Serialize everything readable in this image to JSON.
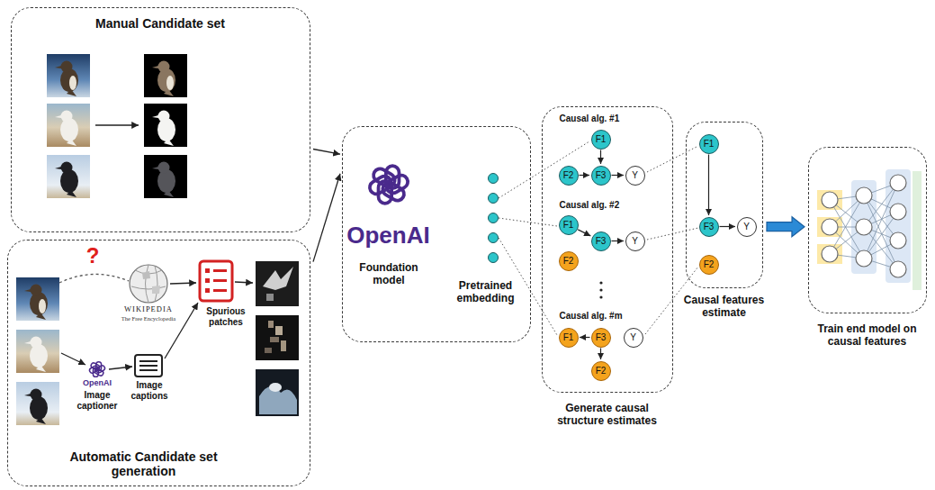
{
  "diagram": {
    "nodes": [
      {
        "text": [
          "Manual Candidate set"
        ]
      },
      {
        "text": [
          "Automatic Candidate set generation"
        ]
      },
      {
        "text": [
          "OpenAI",
          "Foundation model",
          "Pretrained embedding"
        ]
      },
      {
        "text": [
          "Causal alg. #1",
          "Causal alg. #2",
          "Causal alg. #m",
          "Generate causal structure estimates"
        ]
      },
      {
        "text": [
          "F1"
        ],
        "in": 3
      },
      {
        "text": [
          "F2"
        ],
        "in": 3
      },
      {
        "text": [
          "F3"
        ],
        "in": 3
      },
      {
        "text": [
          "Y"
        ],
        "in": 3
      },
      {
        "text": [
          "F1"
        ],
        "in": 3
      },
      {
        "text": [
          "F3"
        ],
        "in": 3
      },
      {
        "text": [
          "Y"
        ],
        "in": 3
      },
      {
        "text": [
          "F2"
        ],
        "in": 3
      },
      {
        "text": [
          "F1"
        ],
        "in": 3
      },
      {
        "text": [
          "F3"
        ],
        "in": 3
      },
      {
        "text": [
          "Y"
        ],
        "in": 3
      },
      {
        "text": [
          "F2"
        ],
        "in": 3
      },
      {
        "text": [
          "Causal features estimate"
        ]
      },
      {
        "text": [
          "F1"
        ],
        "in": 16
      },
      {
        "text": [
          "F3"
        ],
        "in": 16
      },
      {
        "text": [
          "Y"
        ],
        "in": 16
      },
      {
        "text": [
          "F2"
        ],
        "in": 16
      },
      {
        "text": [
          "Train end model on causal features"
        ]
      }
    ],
    "edges": [
      {
        "from": 0,
        "to": 2,
        "arrow": "to"
      },
      {
        "from": 1,
        "to": 2,
        "arrow": "to"
      },
      {
        "from": 4,
        "to": 6,
        "arrow": "to"
      },
      {
        "from": 5,
        "to": 6,
        "arrow": "to"
      },
      {
        "from": 6,
        "to": 7,
        "arrow": "to"
      },
      {
        "from": 8,
        "to": 9,
        "arrow": "to"
      },
      {
        "from": 9,
        "to": 10,
        "arrow": "to"
      },
      {
        "from": 13,
        "to": 12,
        "arrow": "to"
      },
      {
        "from": 13,
        "to": 15,
        "arrow": "to"
      },
      {
        "from": 17,
        "to": 18,
        "arrow": "to"
      },
      {
        "from": 18,
        "to": 19,
        "arrow": "to"
      },
      {
        "from": 16,
        "to": 21,
        "arrow": "to"
      }
    ],
    "labels": [
      "?",
      "WIKIPEDIA",
      "The Free Encyclopedia",
      "OpenAI",
      "Image captioner",
      "Image captions",
      "Spurious patches"
    ]
  }
}
